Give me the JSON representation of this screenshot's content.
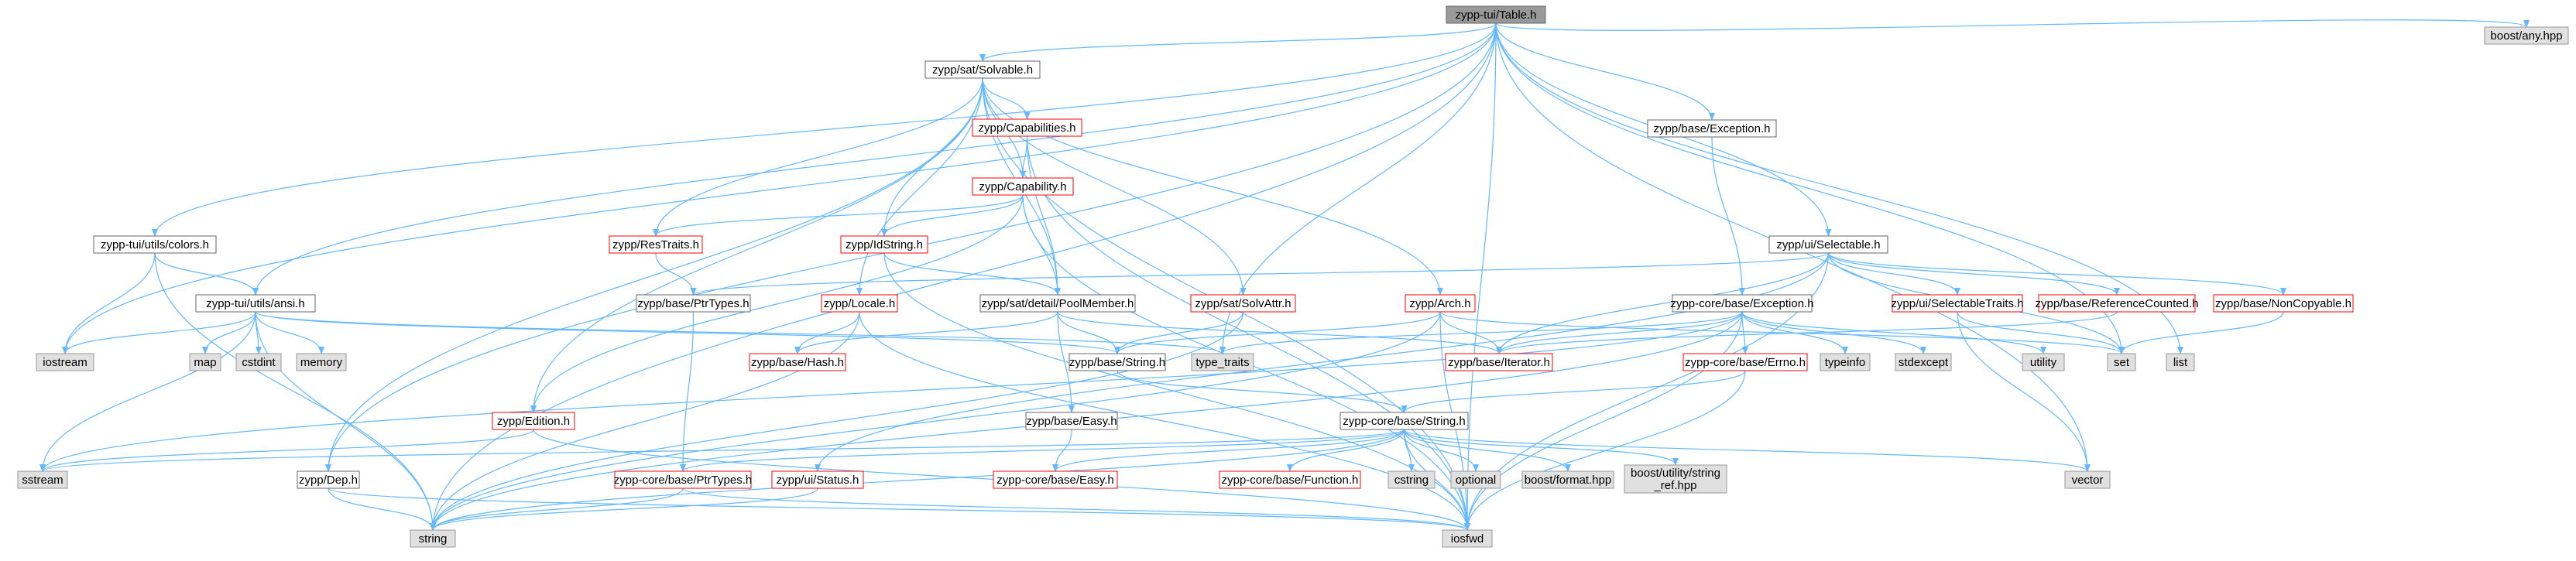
{
  "graph": {
    "colors": {
      "edge": "#63b8ff",
      "root_fill": "#999999",
      "root_border": "#666666",
      "external_fill": "#e0e0e0",
      "external_border": "#999999",
      "documented_border": "#666666",
      "undocumented_border": "#ff0000",
      "text": "#000000"
    },
    "nodes": [
      {
        "id": "table_h",
        "label": "zypp-tui/Table.h",
        "kind": "root"
      },
      {
        "id": "solvable_h",
        "label": "zypp/sat/Solvable.h",
        "kind": "doc"
      },
      {
        "id": "exception_h",
        "label": "zypp/base/Exception.h",
        "kind": "doc"
      },
      {
        "id": "boost_any",
        "label": "boost/any.hpp",
        "kind": "ext"
      },
      {
        "id": "capabilities_h",
        "label": "zypp/Capabilities.h",
        "kind": "red"
      },
      {
        "id": "capability_h",
        "label": "zypp/Capability.h",
        "kind": "red"
      },
      {
        "id": "colors_h",
        "label": "zypp-tui/utils/colors.h",
        "kind": "doc"
      },
      {
        "id": "restraits_h",
        "label": "zypp/ResTraits.h",
        "kind": "red"
      },
      {
        "id": "idstring_h",
        "label": "zypp/IdString.h",
        "kind": "red"
      },
      {
        "id": "selectable_h",
        "label": "zypp/ui/Selectable.h",
        "kind": "doc"
      },
      {
        "id": "ansi_h",
        "label": "zypp-tui/utils/ansi.h",
        "kind": "doc"
      },
      {
        "id": "ptrtypes_h",
        "label": "zypp/base/PtrTypes.h",
        "kind": "doc"
      },
      {
        "id": "locale_h",
        "label": "zypp/Locale.h",
        "kind": "red"
      },
      {
        "id": "poolmember_h",
        "label": "zypp/sat/detail/PoolMember.h",
        "kind": "doc"
      },
      {
        "id": "solvattr_h",
        "label": "zypp/sat/SolvAttr.h",
        "kind": "red"
      },
      {
        "id": "arch_h",
        "label": "zypp/Arch.h",
        "kind": "red"
      },
      {
        "id": "core_exception_h",
        "label": "zypp-core/base/Exception.h",
        "kind": "doc"
      },
      {
        "id": "selectabletraits_h",
        "label": "zypp/ui/SelectableTraits.h",
        "kind": "red"
      },
      {
        "id": "refcounted_h",
        "label": "zypp/base/ReferenceCounted.h",
        "kind": "red"
      },
      {
        "id": "noncopyable_h",
        "label": "zypp/base/NonCopyable.h",
        "kind": "red"
      },
      {
        "id": "iostream",
        "label": "iostream",
        "kind": "ext"
      },
      {
        "id": "map",
        "label": "map",
        "kind": "ext"
      },
      {
        "id": "cstdint",
        "label": "cstdint",
        "kind": "ext"
      },
      {
        "id": "memory",
        "label": "memory",
        "kind": "ext"
      },
      {
        "id": "hash_h",
        "label": "zypp/base/Hash.h",
        "kind": "red"
      },
      {
        "id": "base_string_h",
        "label": "zypp/base/String.h",
        "kind": "doc"
      },
      {
        "id": "type_traits",
        "label": "type_traits",
        "kind": "ext"
      },
      {
        "id": "iterator_h",
        "label": "zypp/base/Iterator.h",
        "kind": "red"
      },
      {
        "id": "errno_h",
        "label": "zypp-core/base/Errno.h",
        "kind": "red"
      },
      {
        "id": "typeinfo",
        "label": "typeinfo",
        "kind": "ext"
      },
      {
        "id": "stdexcept",
        "label": "stdexcept",
        "kind": "ext"
      },
      {
        "id": "utility",
        "label": "utility",
        "kind": "ext"
      },
      {
        "id": "set",
        "label": "set",
        "kind": "ext"
      },
      {
        "id": "list",
        "label": "list",
        "kind": "ext"
      },
      {
        "id": "edition_h",
        "label": "zypp/Edition.h",
        "kind": "red"
      },
      {
        "id": "easy_h",
        "label": "zypp/base/Easy.h",
        "kind": "doc"
      },
      {
        "id": "core_string_h",
        "label": "zypp-core/base/String.h",
        "kind": "doc"
      },
      {
        "id": "sstream",
        "label": "sstream",
        "kind": "ext"
      },
      {
        "id": "dep_h",
        "label": "zypp/Dep.h",
        "kind": "doc"
      },
      {
        "id": "core_ptrtypes_h",
        "label": "zypp-core/base/PtrTypes.h",
        "kind": "red"
      },
      {
        "id": "status_h",
        "label": "zypp/ui/Status.h",
        "kind": "red"
      },
      {
        "id": "core_easy_h",
        "label": "zypp-core/base/Easy.h",
        "kind": "red"
      },
      {
        "id": "function_h",
        "label": "zypp-core/base/Function.h",
        "kind": "red"
      },
      {
        "id": "cstring",
        "label": "cstring",
        "kind": "ext"
      },
      {
        "id": "optional",
        "label": "optional",
        "kind": "ext"
      },
      {
        "id": "boost_format",
        "label": "boost/format.hpp",
        "kind": "ext"
      },
      {
        "id": "boost_string_ref",
        "label": "boost/utility/string\n_ref.hpp",
        "kind": "ext"
      },
      {
        "id": "vector",
        "label": "vector",
        "kind": "ext"
      },
      {
        "id": "string",
        "label": "string",
        "kind": "ext"
      },
      {
        "id": "iosfwd",
        "label": "iosfwd",
        "kind": "ext"
      }
    ],
    "edges": [
      [
        "table_h",
        "solvable_h"
      ],
      [
        "table_h",
        "exception_h"
      ],
      [
        "table_h",
        "boost_any"
      ],
      [
        "table_h",
        "colors_h"
      ],
      [
        "table_h",
        "ansi_h"
      ],
      [
        "table_h",
        "selectable_h"
      ],
      [
        "table_h",
        "iostream"
      ],
      [
        "table_h",
        "string"
      ],
      [
        "table_h",
        "vector"
      ],
      [
        "table_h",
        "set"
      ],
      [
        "table_h",
        "list"
      ],
      [
        "table_h",
        "iosfwd"
      ],
      [
        "table_h",
        "dep_h"
      ],
      [
        "table_h",
        "type_traits"
      ],
      [
        "solvable_h",
        "capabilities_h"
      ],
      [
        "solvable_h",
        "capability_h"
      ],
      [
        "solvable_h",
        "restraits_h"
      ],
      [
        "solvable_h",
        "idstring_h"
      ],
      [
        "solvable_h",
        "locale_h"
      ],
      [
        "solvable_h",
        "poolmember_h"
      ],
      [
        "solvable_h",
        "solvattr_h"
      ],
      [
        "solvable_h",
        "arch_h"
      ],
      [
        "solvable_h",
        "edition_h"
      ],
      [
        "solvable_h",
        "dep_h"
      ],
      [
        "solvable_h",
        "iosfwd"
      ],
      [
        "capabilities_h",
        "capability_h"
      ],
      [
        "capabilities_h",
        "poolmember_h"
      ],
      [
        "capabilities_h",
        "iosfwd"
      ],
      [
        "capability_h",
        "restraits_h"
      ],
      [
        "capability_h",
        "idstring_h"
      ],
      [
        "capability_h",
        "poolmember_h"
      ],
      [
        "capability_h",
        "edition_h"
      ],
      [
        "capability_h",
        "iosfwd"
      ],
      [
        "restraits_h",
        "ptrtypes_h"
      ],
      [
        "idstring_h",
        "poolmember_h"
      ],
      [
        "idstring_h",
        "iosfwd"
      ],
      [
        "locale_h",
        "hash_h"
      ],
      [
        "locale_h",
        "iosfwd"
      ],
      [
        "locale_h",
        "string"
      ],
      [
        "poolmember_h",
        "hash_h"
      ],
      [
        "poolmember_h",
        "base_string_h"
      ],
      [
        "poolmember_h",
        "iterator_h"
      ],
      [
        "poolmember_h",
        "easy_h"
      ],
      [
        "solvattr_h",
        "base_string_h"
      ],
      [
        "solvattr_h",
        "string"
      ],
      [
        "arch_h",
        "base_string_h"
      ],
      [
        "arch_h",
        "iterator_h"
      ],
      [
        "arch_h",
        "set"
      ],
      [
        "arch_h",
        "iosfwd"
      ],
      [
        "arch_h",
        "string"
      ],
      [
        "exception_h",
        "core_exception_h"
      ],
      [
        "colors_h",
        "ansi_h"
      ],
      [
        "colors_h",
        "iostream"
      ],
      [
        "colors_h",
        "string"
      ],
      [
        "ansi_h",
        "iostream"
      ],
      [
        "ansi_h",
        "map"
      ],
      [
        "ansi_h",
        "cstdint"
      ],
      [
        "ansi_h",
        "memory"
      ],
      [
        "ansi_h",
        "sstream"
      ],
      [
        "ansi_h",
        "string"
      ],
      [
        "ansi_h",
        "base_string_h"
      ],
      [
        "ansi_h",
        "type_traits"
      ],
      [
        "selectable_h",
        "ptrtypes_h"
      ],
      [
        "selectable_h",
        "iterator_h"
      ],
      [
        "selectable_h",
        "selectabletraits_h"
      ],
      [
        "selectable_h",
        "refcounted_h"
      ],
      [
        "selectable_h",
        "noncopyable_h"
      ],
      [
        "selectable_h",
        "status_h"
      ],
      [
        "selectable_h",
        "iosfwd"
      ],
      [
        "selectable_h",
        "set"
      ],
      [
        "ptrtypes_h",
        "core_ptrtypes_h"
      ],
      [
        "core_exception_h",
        "errno_h"
      ],
      [
        "core_exception_h",
        "typeinfo"
      ],
      [
        "core_exception_h",
        "stdexcept"
      ],
      [
        "core_exception_h",
        "utility"
      ],
      [
        "core_exception_h",
        "type_traits"
      ],
      [
        "core_exception_h",
        "iosfwd"
      ],
      [
        "core_exception_h",
        "sstream"
      ],
      [
        "core_exception_h",
        "string"
      ],
      [
        "core_exception_h",
        "iterator_h"
      ],
      [
        "selectabletraits_h",
        "set"
      ],
      [
        "selectabletraits_h",
        "vector"
      ],
      [
        "refcounted_h",
        "iterator_h"
      ],
      [
        "noncopyable_h",
        "set"
      ],
      [
        "errno_h",
        "core_string_h"
      ],
      [
        "errno_h",
        "iosfwd"
      ],
      [
        "base_string_h",
        "core_string_h"
      ],
      [
        "easy_h",
        "core_easy_h"
      ],
      [
        "edition_h",
        "sstream"
      ],
      [
        "edition_h",
        "iosfwd"
      ],
      [
        "core_string_h",
        "core_easy_h"
      ],
      [
        "core_string_h",
        "core_ptrtypes_h"
      ],
      [
        "core_string_h",
        "function_h"
      ],
      [
        "core_string_h",
        "cstring"
      ],
      [
        "core_string_h",
        "optional"
      ],
      [
        "core_string_h",
        "boost_format"
      ],
      [
        "core_string_h",
        "boost_string_ref"
      ],
      [
        "core_string_h",
        "vector"
      ],
      [
        "core_string_h",
        "sstream"
      ],
      [
        "core_string_h",
        "string"
      ],
      [
        "core_string_h",
        "iosfwd"
      ],
      [
        "dep_h",
        "string"
      ],
      [
        "dep_h",
        "iosfwd"
      ],
      [
        "core_ptrtypes_h",
        "string"
      ],
      [
        "core_ptrtypes_h",
        "iosfwd"
      ],
      [
        "status_h",
        "string"
      ]
    ]
  }
}
